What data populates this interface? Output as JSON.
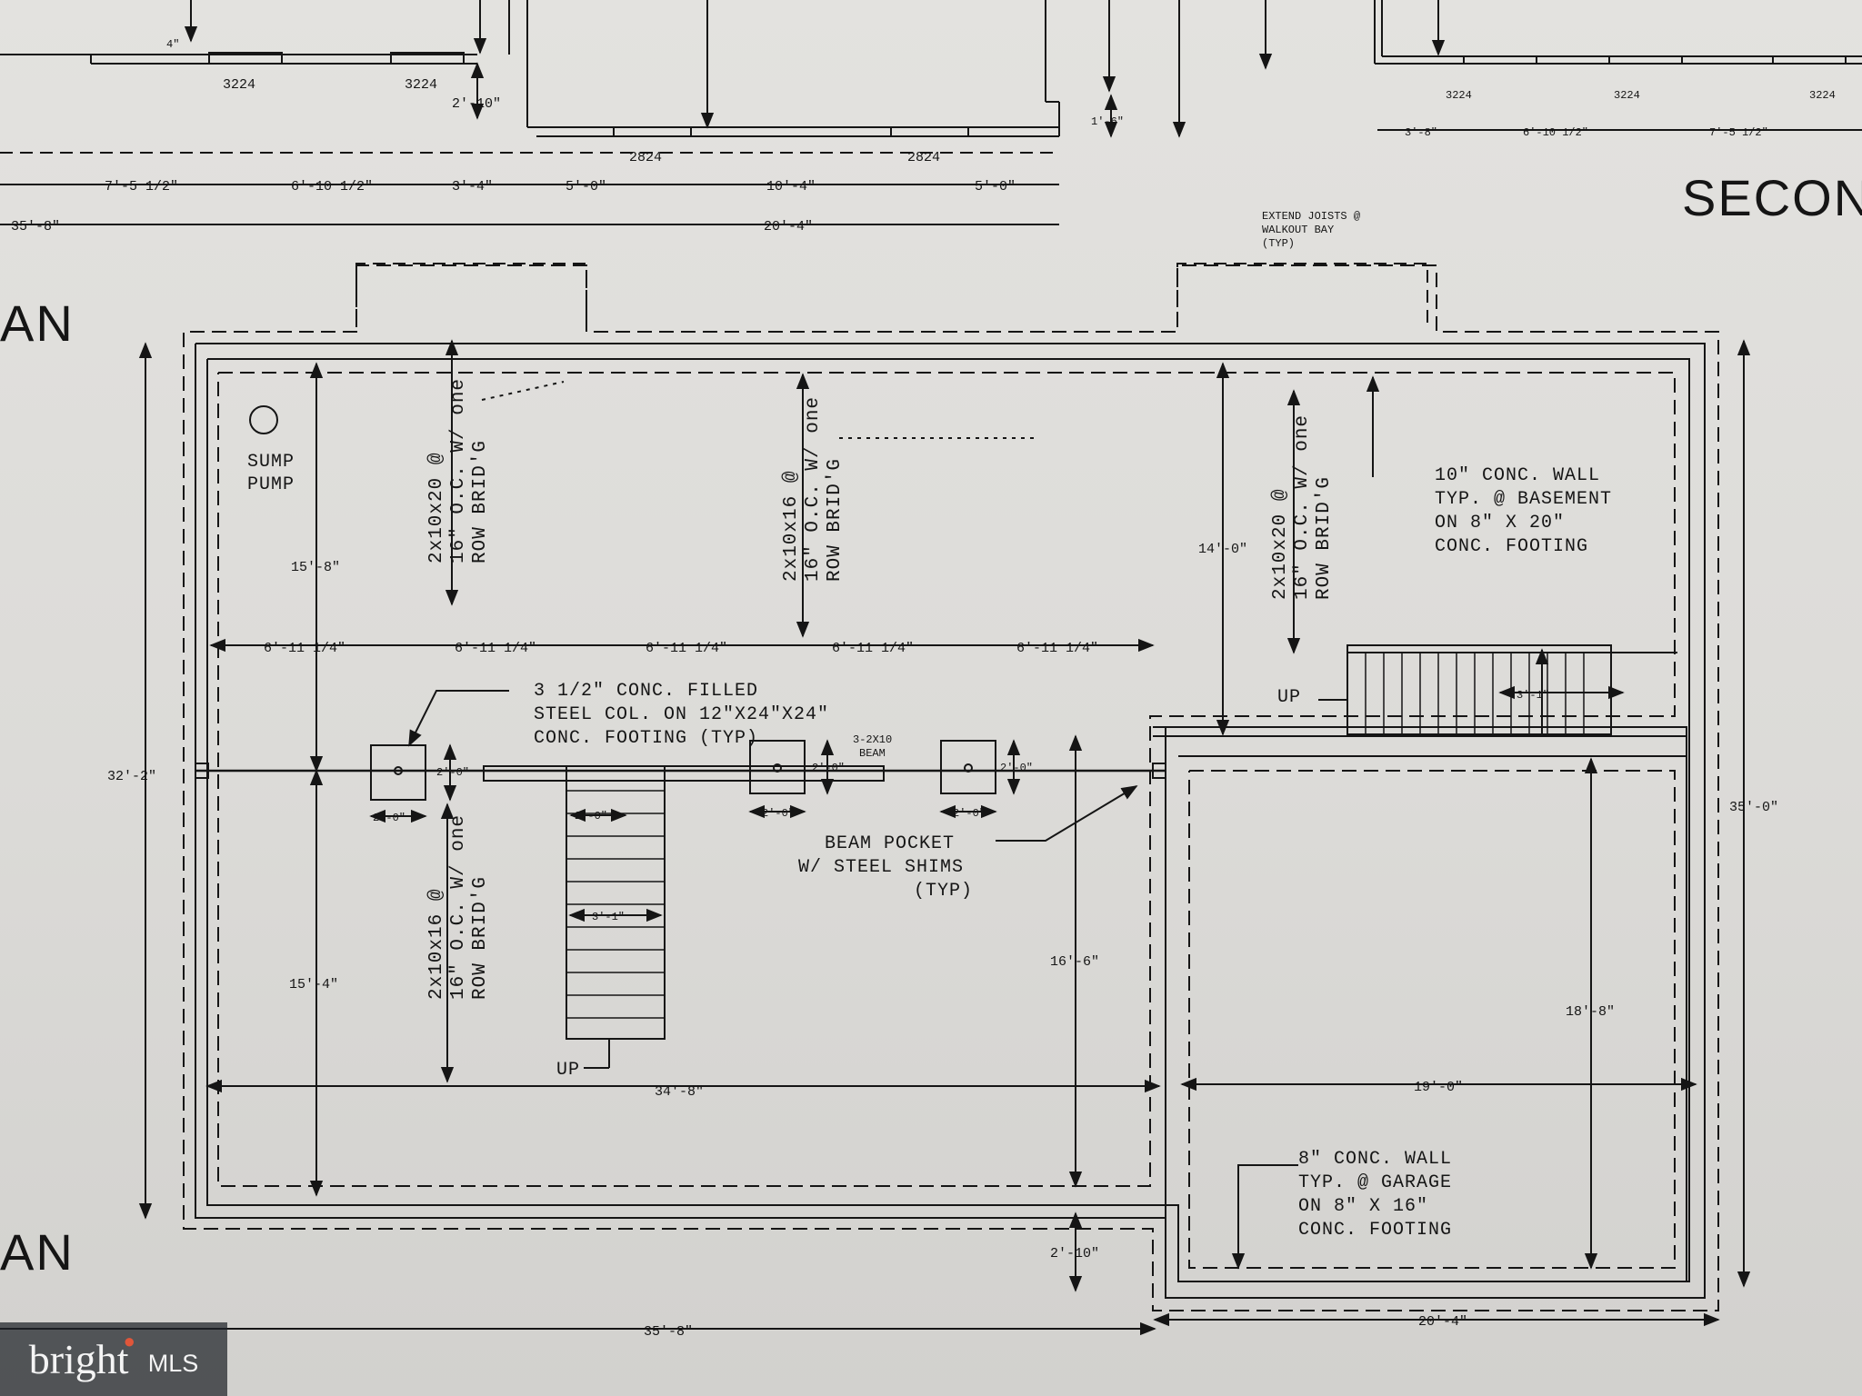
{
  "drawing": {
    "title_partial_right": "SECON",
    "title_partial_left_top": "AN",
    "title_partial_left_bottom": "AN",
    "top_strip": {
      "windows": [
        "3224",
        "3224",
        "2824",
        "2824",
        "3224",
        "3224",
        "3224"
      ],
      "left_dims": [
        "7'-5 1/2\"",
        "6'-10 1/2\"",
        "3'-4\"",
        "5'-0\"",
        "10'-4\"",
        "5'-0\""
      ],
      "right_dims": [
        "3'-8\"",
        "6'-10 1/2\"",
        "7'-5 1/2\""
      ],
      "overall_left": "35'-8\"",
      "overall_mid": "20'-4\"",
      "misc_dims": [
        "2'-10\"",
        "1'-6\"",
        "4\""
      ]
    },
    "notes": {
      "extend_joists": [
        "EXTEND JOISTS @",
        "WALKOUT BAY",
        "(TYP)"
      ],
      "sump_pump": [
        "SUMP",
        "PUMP"
      ],
      "conc_wall_basement": [
        "10\" CONC. WALL",
        "TYP. @ BASEMENT",
        "ON 8\" X 20\"",
        "CONC. FOOTING"
      ],
      "steel_col": [
        "3 1/2\" CONC. FILLED",
        "STEEL COL. ON 12\"X24\"X24\"",
        "CONC. FOOTING (TYP)"
      ],
      "beam_label": [
        "3-2X10",
        "BEAM"
      ],
      "beam_pocket": [
        "BEAM POCKET",
        "W/ STEEL SHIMS",
        "(TYP)"
      ],
      "conc_wall_garage": [
        "8\" CONC. WALL",
        "TYP. @ GARAGE",
        "ON 8\" X 16\"",
        "CONC. FOOTING"
      ],
      "up_labels": [
        "UP",
        "UP"
      ]
    },
    "joist_labels": {
      "upper_left": [
        "2x10x20 @",
        "16\" O.C. W/ one",
        "ROW BRID'G"
      ],
      "upper_mid": [
        "2x10x16 @",
        "16\" O.C. W/ one",
        "ROW BRID'G"
      ],
      "upper_right": [
        "2x10x20 @",
        "16\" O.C. W/ one",
        "ROW BRID'G"
      ],
      "lower_left": [
        "2x10x16 @",
        "16\" O.C. W/ one",
        "ROW BRID'G"
      ]
    },
    "dimensions": {
      "beam_spacing": [
        "6'-11 1/4\"",
        "6'-11 1/4\"",
        "6'-11 1/4\"",
        "6'-11 1/4\"",
        "6'-11 1/4\""
      ],
      "left_overall": "32'-2\"",
      "left_upper": "15'-8\"",
      "left_lower": "15'-4\"",
      "right_overall": "35'-0\"",
      "upper_right_bay": "14'-0\"",
      "basement_width": "34'-8\"",
      "mid_vertical": "16'-6\"",
      "garage_depth": "18'-8\"",
      "garage_width": "19'-0\"",
      "offset": "2'-10\"",
      "bottom_left": "35'-8\"",
      "bottom_right": "20'-4\"",
      "stair_width": "3'-1\"",
      "stair_top_width": "3'-1\"",
      "footing": "2'-0\"",
      "footings": [
        "2'-0\"",
        "2'-0\"",
        "2'-0\"",
        "2'-0\"",
        "2'-0\"",
        "2'-0\""
      ]
    }
  },
  "watermark": {
    "brand": "bright",
    "suffix": "MLS"
  },
  "colors": {
    "ink": "#151515",
    "paper": "#dedddA",
    "watermark_bg": "#1e2328"
  }
}
